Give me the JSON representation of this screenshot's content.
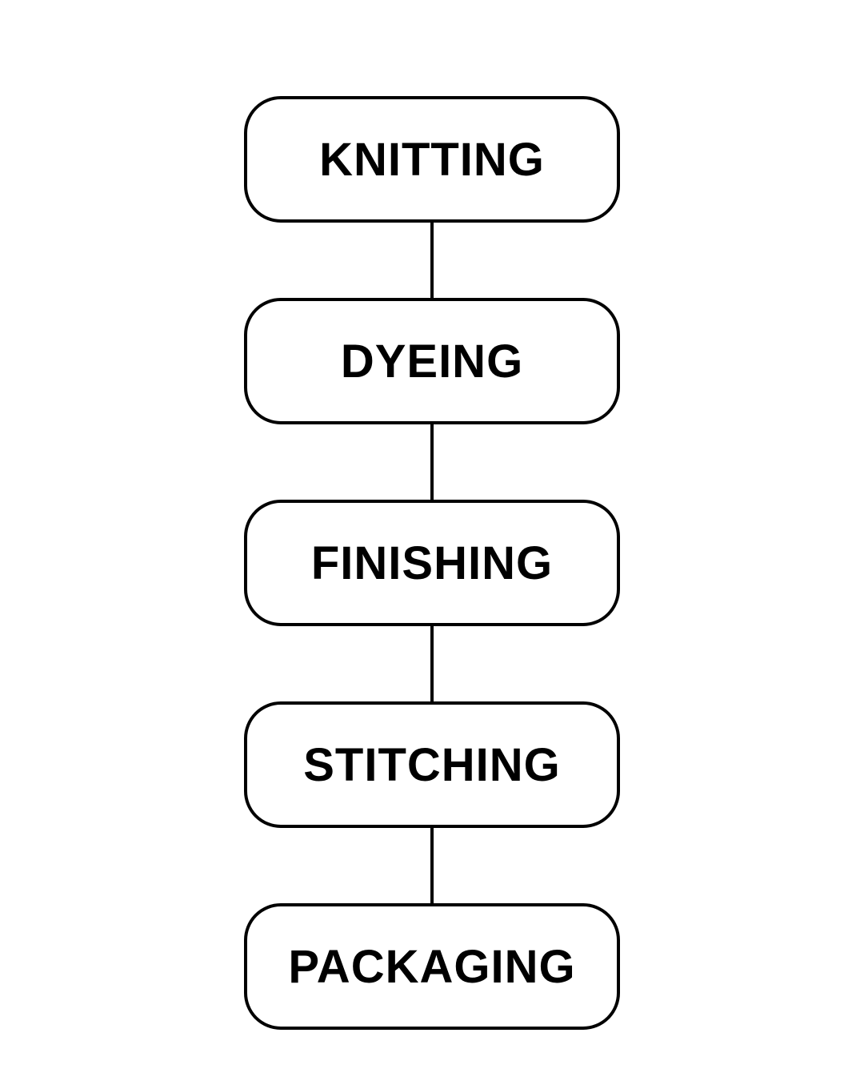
{
  "diagram": {
    "type": "flowchart",
    "direction": "vertical",
    "title": "",
    "nodes": [
      {
        "id": "knitting",
        "label": "KNITTING"
      },
      {
        "id": "dyeing",
        "label": "DYEING"
      },
      {
        "id": "finishing",
        "label": "FINISHING"
      },
      {
        "id": "stitching",
        "label": "STITCHING"
      },
      {
        "id": "packaging",
        "label": "PACKAGING"
      }
    ],
    "edges": [
      {
        "from": "knitting",
        "to": "dyeing"
      },
      {
        "from": "dyeing",
        "to": "finishing"
      },
      {
        "from": "finishing",
        "to": "stitching"
      },
      {
        "from": "stitching",
        "to": "packaging"
      }
    ],
    "colors": {
      "background": "#ffffff",
      "node_fill": "#ffffff",
      "node_border": "#000000",
      "text": "#000000"
    }
  }
}
